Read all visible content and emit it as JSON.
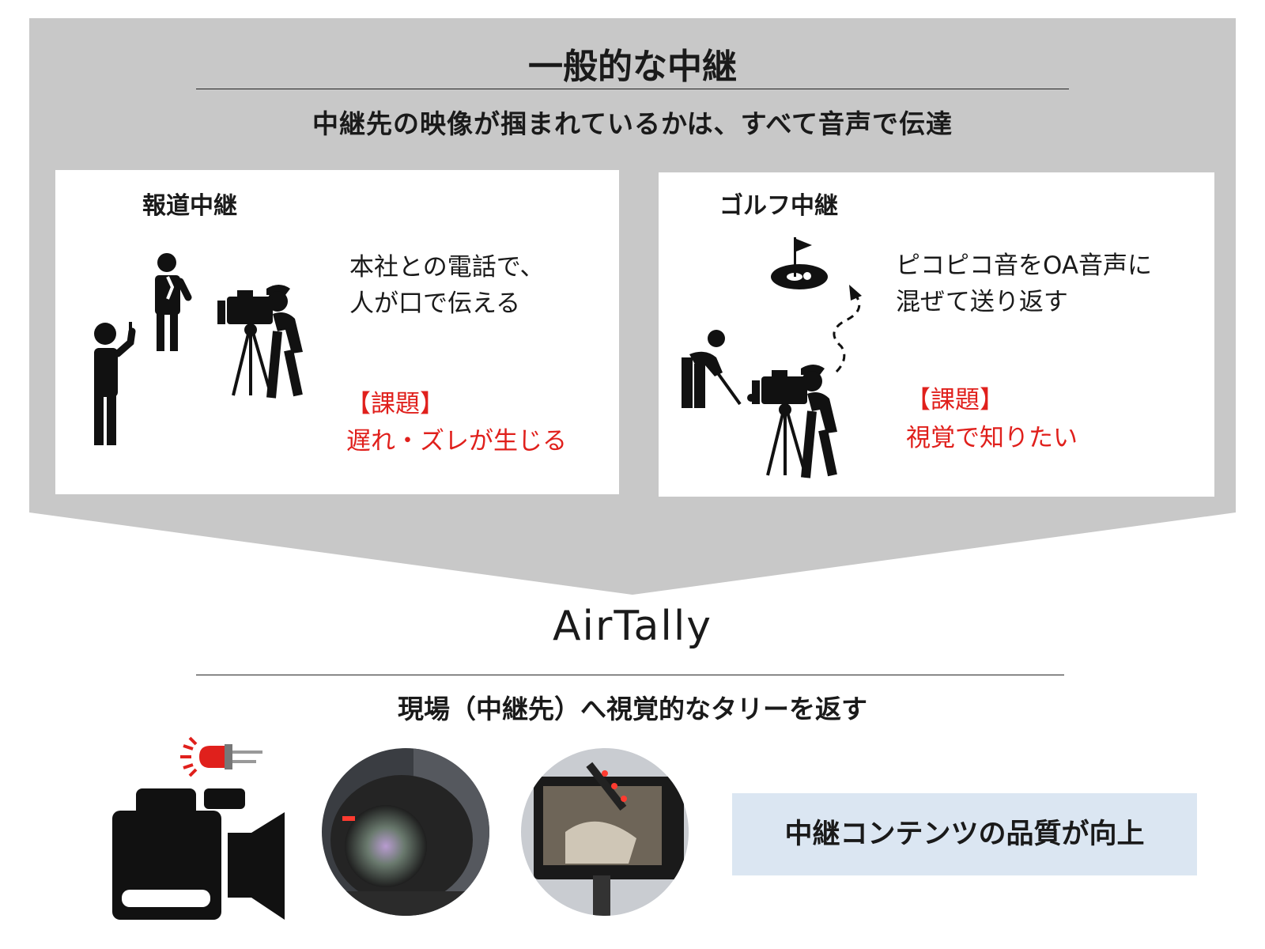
{
  "header": {
    "title": "一般的な中継",
    "subtitle": "中継先の映像が掴まれているかは、すべて音声で伝達"
  },
  "panels": [
    {
      "title": "報道中継",
      "description": [
        "本社との電話で、",
        "人が口で伝える"
      ],
      "issue_label": "【課題】",
      "issue_text": "遅れ・ズレが生じる"
    },
    {
      "title": "ゴルフ中継",
      "description": [
        "ピコピコ音をOA音声に",
        "混ぜて送り返す"
      ],
      "issue_label": "【課題】",
      "issue_text": "視覚で知りたい"
    }
  ],
  "solution": {
    "title": "AirTally",
    "subtitle": "現場（中継先）へ視覚的なタリーを返す",
    "result": "中継コンテンツの品質が向上"
  },
  "colors": {
    "banner": "#c8c8c8",
    "issue_red": "#e0201c",
    "result_box": "#dbe6f2",
    "tally_red": "#e0201c"
  },
  "icons": [
    "standing-person-icon",
    "reporter-icon",
    "cameraman-icon",
    "golf-hole-flag-icon",
    "golfer-icon",
    "dashed-arrow-icon",
    "video-camera-icon",
    "tally-led-icon"
  ]
}
